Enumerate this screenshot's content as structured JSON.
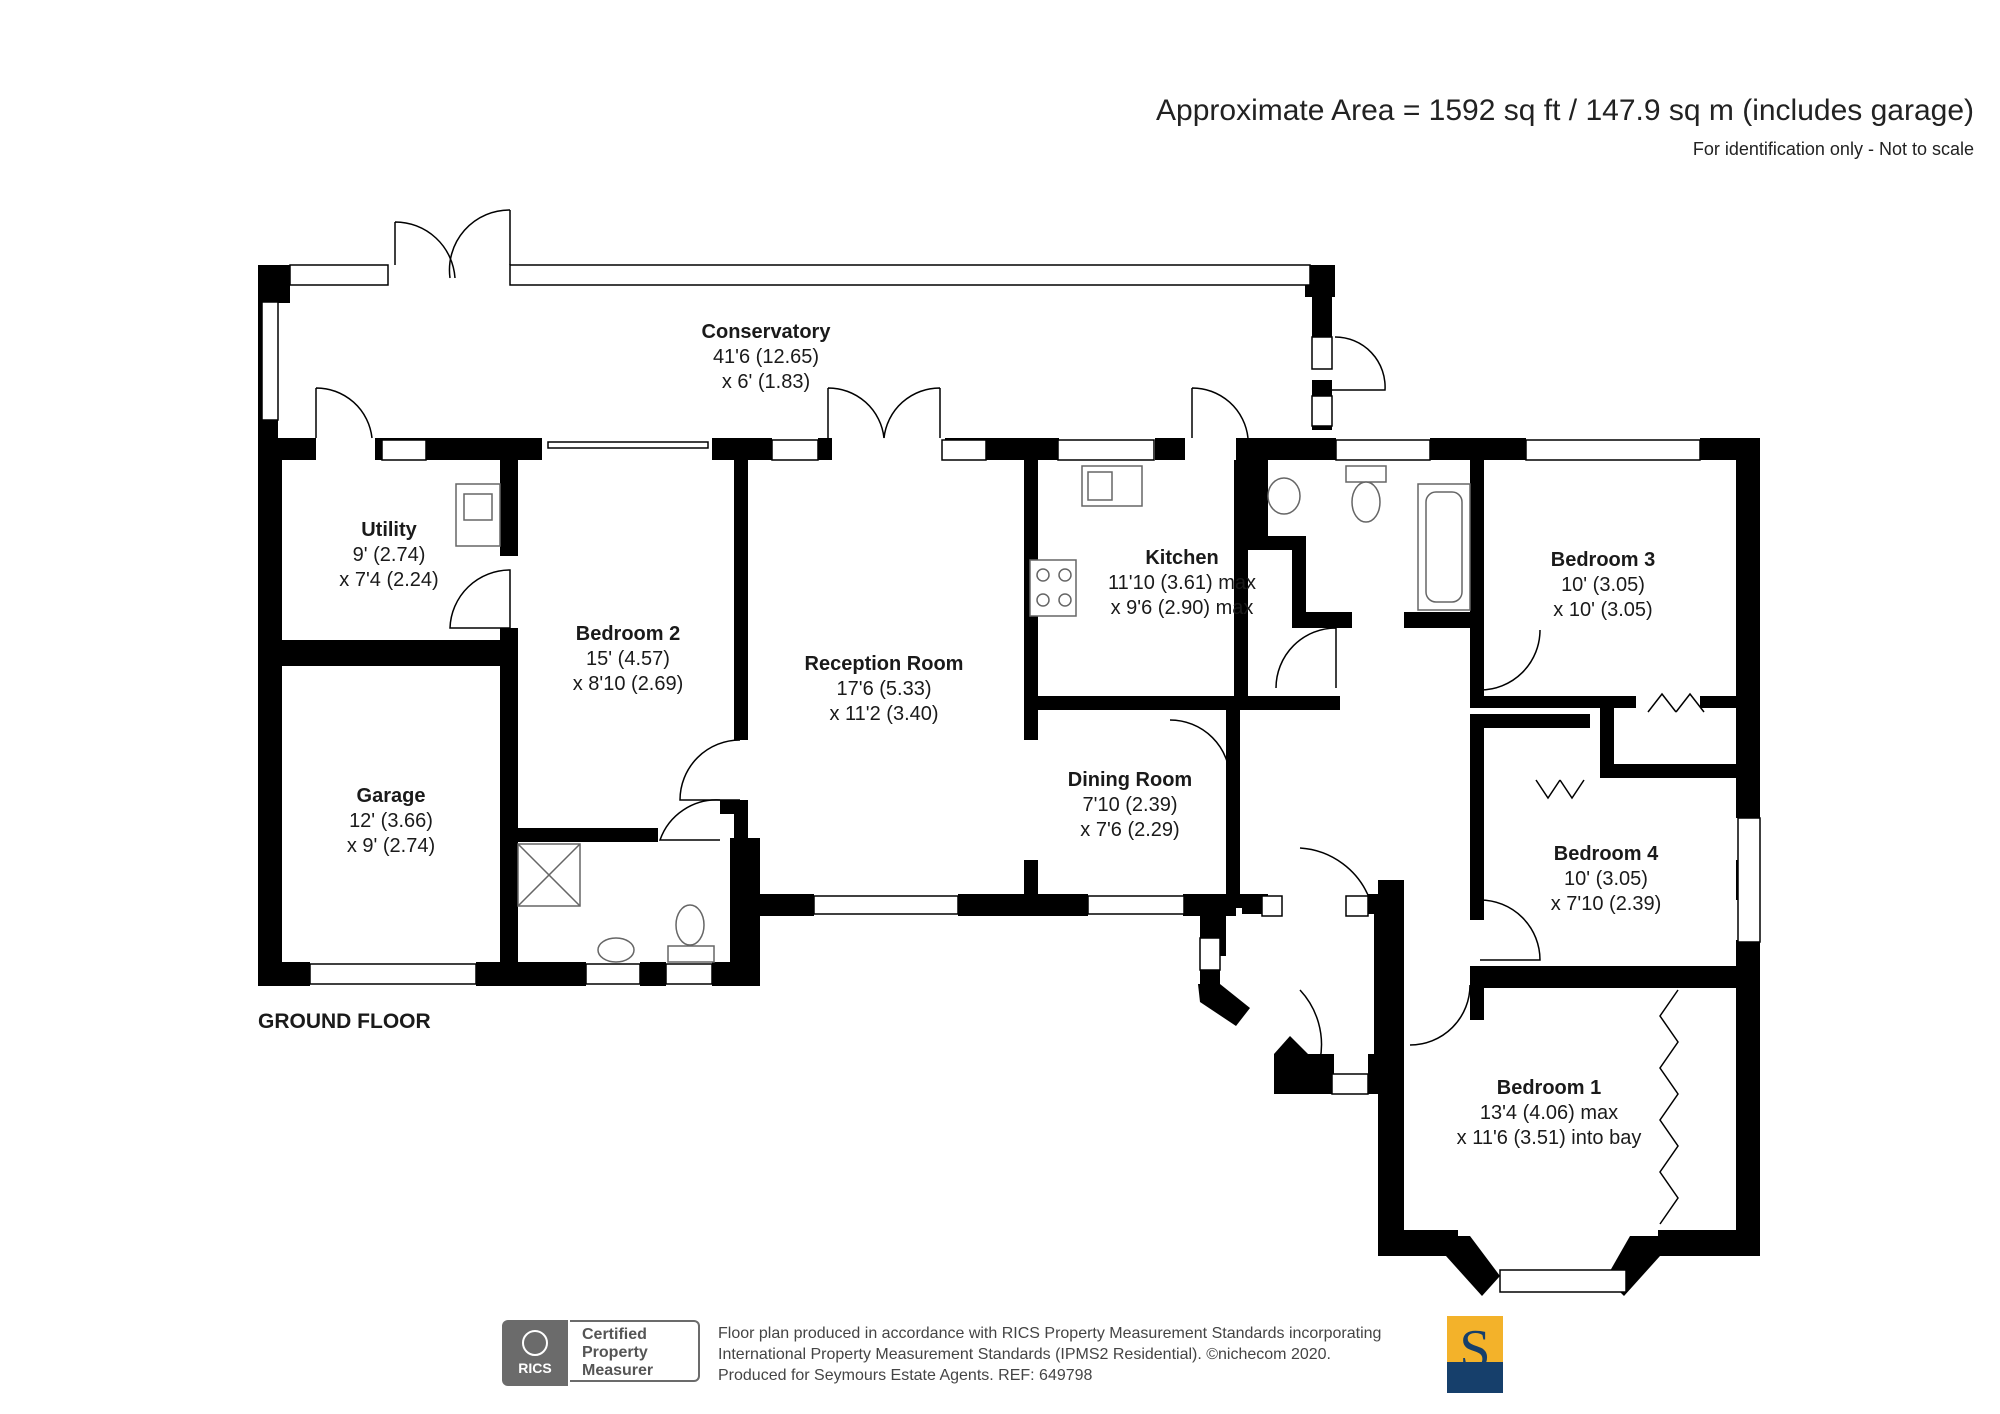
{
  "header": {
    "approx_area": "Approximate Area = 1592 sq ft / 147.9 sq m (includes garage)",
    "note": "For identification only - Not to scale"
  },
  "floor_label": "GROUND FLOOR",
  "rooms": [
    {
      "id": "conservatory",
      "name": "Conservatory",
      "dim1": "41'6 (12.65)",
      "dim2": "x 6' (1.83)"
    },
    {
      "id": "utility",
      "name": "Utility",
      "dim1": "9' (2.74)",
      "dim2": "x 7'4 (2.24)"
    },
    {
      "id": "bedroom-2",
      "name": "Bedroom 2",
      "dim1": "15' (4.57)",
      "dim2": "x 8'10 (2.69)"
    },
    {
      "id": "reception-room",
      "name": "Reception Room",
      "dim1": "17'6 (5.33)",
      "dim2": "x 11'2 (3.40)"
    },
    {
      "id": "kitchen",
      "name": "Kitchen",
      "dim1": "11'10 (3.61) max",
      "dim2": "x 9'6 (2.90) max"
    },
    {
      "id": "bedroom-3",
      "name": "Bedroom 3",
      "dim1": "10' (3.05)",
      "dim2": "x 10' (3.05)"
    },
    {
      "id": "garage",
      "name": "Garage",
      "dim1": "12' (3.66)",
      "dim2": "x 9' (2.74)"
    },
    {
      "id": "dining-room",
      "name": "Dining Room",
      "dim1": "7'10 (2.39)",
      "dim2": "x 7'6 (2.29)"
    },
    {
      "id": "bedroom-4",
      "name": "Bedroom 4",
      "dim1": "10' (3.05)",
      "dim2": "x 7'10 (2.39)"
    },
    {
      "id": "bedroom-1",
      "name": "Bedroom 1",
      "dim1": "13'4 (4.06) max",
      "dim2": "x 11'6 (3.51) into bay"
    }
  ],
  "badge": {
    "rics": "RICS",
    "line1": "Certified",
    "line2": "Property",
    "line3": "Measurer"
  },
  "footer": {
    "line1": "Floor plan produced in accordance with RICS Property Measurement Standards incorporating",
    "line2": "International Property Measurement Standards (IPMS2 Residential).   ©nichecom 2020.",
    "line3": "Produced for Seymours Estate Agents.   REF:  649798"
  },
  "logo": {
    "letter": "S",
    "accent": "#f3b22a",
    "brand": "#163f6b"
  },
  "colors": {
    "wall": "#000000",
    "window": "#ffffff",
    "fixture": "#666666"
  }
}
